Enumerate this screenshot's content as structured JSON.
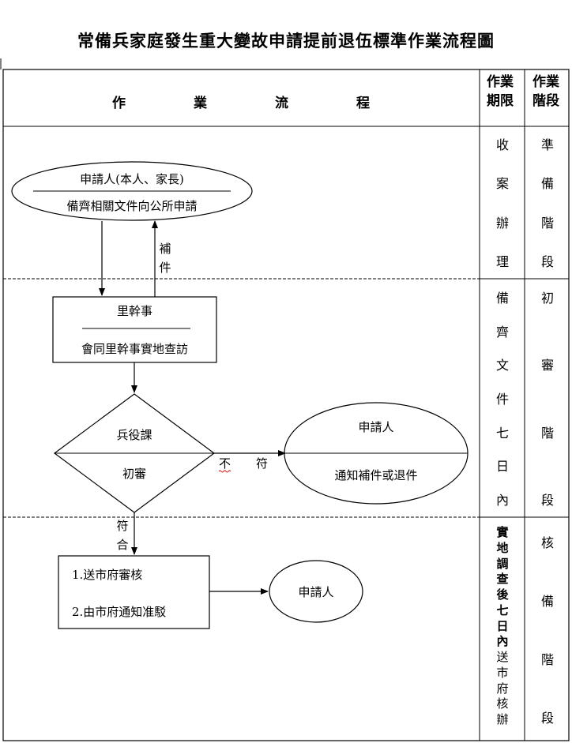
{
  "title": "常備兵家庭發生重大變故申請提前退伍標準作業流程圖",
  "header": {
    "flow": [
      "作",
      "業",
      "流",
      "程"
    ],
    "period": "作業期限",
    "stage": "作業階段"
  },
  "rows": [
    {
      "period": [
        "收",
        "案",
        "辦",
        "理"
      ],
      "stage": [
        "準",
        "備",
        "階",
        "段"
      ]
    },
    {
      "period": [
        "備",
        "齊",
        "文",
        "件",
        "七",
        "日",
        "內"
      ],
      "stage": [
        "初",
        "審",
        "階",
        "段"
      ]
    },
    {
      "period": [
        "實",
        "地",
        "調",
        "查",
        "後",
        "七",
        "日",
        "內",
        "送",
        "市",
        "府",
        "核",
        "辦"
      ],
      "stage": [
        "核",
        "備",
        "階",
        "段"
      ]
    }
  ],
  "nodes": {
    "applicant_top": {
      "line1": "申請人(本人、家長)",
      "line2": "備齊相關文件向公所申請"
    },
    "supplement_label": [
      "補",
      "件"
    ],
    "village_officer": {
      "line1": "里幹事",
      "line2": "會同里幹事實地查訪"
    },
    "military_section": {
      "line1": "兵役課",
      "line2": "初審"
    },
    "not_match_label": [
      "不",
      "符"
    ],
    "applicant_notify": {
      "line1": "申請人",
      "line2": "通知補件或退件"
    },
    "match_label": [
      "符",
      "合"
    ],
    "city_review": {
      "line1": "1.送市府審核",
      "line2": "2.由市府通知准駁"
    },
    "applicant_final": {
      "line1": "申請人"
    }
  }
}
